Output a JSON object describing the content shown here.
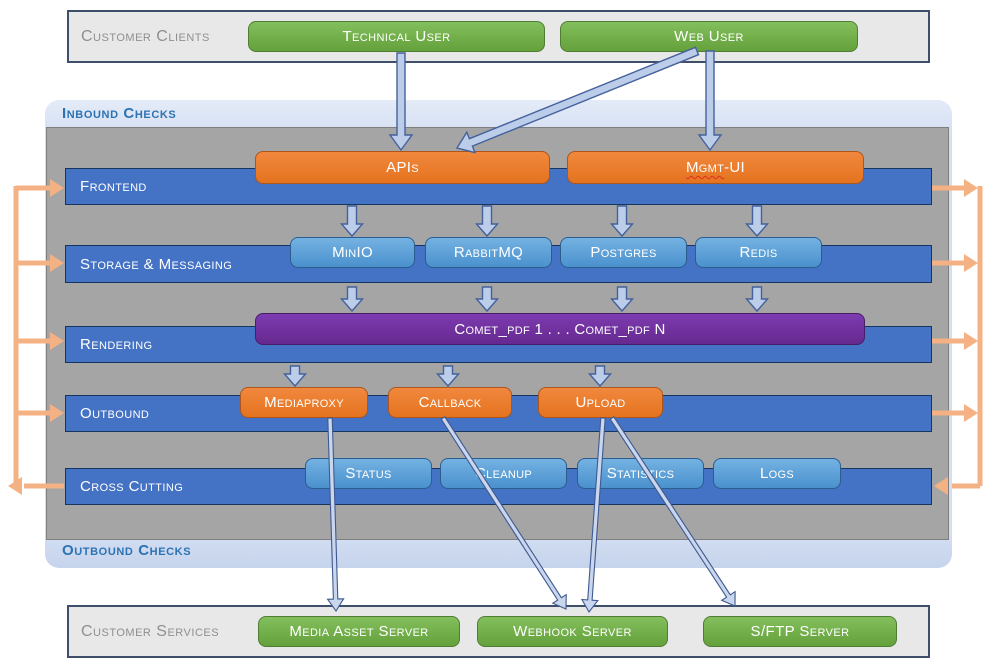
{
  "customer_clients": {
    "label": "Customer Clients",
    "technical_user": "Technical User",
    "web_user": "Web User"
  },
  "inbound": {
    "label": "Inbound Checks"
  },
  "outbound_checks": {
    "label": "Outbound Checks"
  },
  "layers": {
    "frontend": {
      "label": "Frontend",
      "apis": "APIs",
      "mgmt_ui_main": "Mgmt",
      "mgmt_ui_rest": "-UI"
    },
    "storage": {
      "label": "Storage & Messaging",
      "items": [
        "MinIO",
        "RabbitMQ",
        "Postgres",
        "Redis"
      ]
    },
    "rendering": {
      "label": "Rendering",
      "comet": "Comet_pdf 1  .  .  .  Comet_pdf N"
    },
    "outbound": {
      "label": "Outbound",
      "items": [
        "Mediaproxy",
        "Callback",
        "Upload"
      ]
    },
    "cross_cutting": {
      "label": "Cross Cutting",
      "items": [
        "Status",
        "Cleanup",
        "Statistics",
        "Logs"
      ]
    }
  },
  "customer_services": {
    "label": "Customer Services",
    "items": [
      "Media Asset Server",
      "Webhook Server",
      "S/FTP Server"
    ]
  },
  "colors": {
    "green_node": "#70AD47",
    "orange_node": "#ED7D31",
    "row_blue": "#4472C4",
    "light_blue_node": "#5B9BD5",
    "purple_node": "#7030A0",
    "container_gray": "#A5A5A5",
    "checks_band": "#D9E2F3",
    "side_connector_orange": "#F4B183",
    "flow_arrow_blue": "#BCCDEA"
  }
}
